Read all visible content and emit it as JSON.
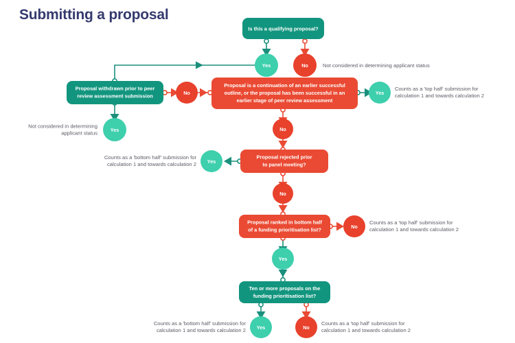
{
  "page": {
    "title": "Submitting a proposal",
    "title_color": "#343a6e",
    "background": "#ffffff"
  },
  "palette": {
    "teal_box": "#12957e",
    "red_box": "#ea4a33",
    "yes_circle": "#3ecfad",
    "no_circle": "#e8412c",
    "teal_connector": "#1a8f7c",
    "red_connector": "#ea4a33",
    "annotation_text": "#5c5c66",
    "node_text": "#ffffff"
  },
  "chart_data": {
    "type": "flowchart",
    "title": "Submitting a proposal",
    "nodes": [
      {
        "id": "q1",
        "kind": "decision",
        "color": "teal",
        "text": "Is this a qualifying proposal?"
      },
      {
        "id": "q1-yes",
        "kind": "answer",
        "color": "yes",
        "text": "Yes"
      },
      {
        "id": "q1-no",
        "kind": "answer",
        "color": "no",
        "text": "No"
      },
      {
        "id": "q2",
        "kind": "decision",
        "color": "teal",
        "text": "Proposal withdrawn prior to peer review assessment submission"
      },
      {
        "id": "q2-yes",
        "kind": "answer",
        "color": "yes",
        "text": "Yes"
      },
      {
        "id": "q2-no",
        "kind": "answer",
        "color": "no",
        "text": "No"
      },
      {
        "id": "q3",
        "kind": "decision",
        "color": "red",
        "text": "Proposal is a continuation of an earlier successful outline, or the proposal has been successful in an earlier stage of peer review assessment"
      },
      {
        "id": "q3-yes",
        "kind": "answer",
        "color": "yes",
        "text": "Yes"
      },
      {
        "id": "q3-no",
        "kind": "answer",
        "color": "no",
        "text": "No"
      },
      {
        "id": "q4",
        "kind": "decision",
        "color": "red",
        "text": "Proposal rejected prior to panel meeting?"
      },
      {
        "id": "q4-yes",
        "kind": "answer",
        "color": "yes",
        "text": "Yes"
      },
      {
        "id": "q4-no",
        "kind": "answer",
        "color": "no",
        "text": "No"
      },
      {
        "id": "q5",
        "kind": "decision",
        "color": "red",
        "text": "Proposal ranked in bottom half of a funding prioritisation list?"
      },
      {
        "id": "q5-no",
        "kind": "answer",
        "color": "no",
        "text": "No"
      },
      {
        "id": "q5-yes",
        "kind": "answer",
        "color": "yes",
        "text": "Yes"
      },
      {
        "id": "q6",
        "kind": "decision",
        "color": "teal",
        "text": "Ten or more proposals on the funding prioritisation list?"
      },
      {
        "id": "q6-yes",
        "kind": "answer",
        "color": "yes",
        "text": "Yes"
      },
      {
        "id": "q6-no",
        "kind": "answer",
        "color": "no",
        "text": "No"
      }
    ],
    "annotations": [
      {
        "id": "a1",
        "text": "Not considered in determining applicant status",
        "from": "q1-no"
      },
      {
        "id": "a2",
        "text": "Not considered in determining applicant status",
        "from": "q2-yes"
      },
      {
        "id": "a3",
        "text": "Counts as a 'top half' submission for calculation 1 and towards calculation 2",
        "from": "q3-yes"
      },
      {
        "id": "a4",
        "text": "Counts as a 'bottom half' submission for calculation 1 and towards calculation 2",
        "from": "q4-yes"
      },
      {
        "id": "a5",
        "text": "Counts as a 'top half' submission for calculation 1 and towards calculation 2",
        "from": "q5-no"
      },
      {
        "id": "a6",
        "text": "Counts as a 'bottom half' submission for calculation 1 and towards calculation 2",
        "from": "q6-yes"
      },
      {
        "id": "a7",
        "text": "Counts as a 'top half' submission for calculation 1 and towards calculation 2",
        "from": "q6-no"
      }
    ],
    "edges": [
      {
        "from": "q1",
        "to": "q1-yes",
        "label": "Yes"
      },
      {
        "from": "q1",
        "to": "q1-no",
        "label": "No"
      },
      {
        "from": "q1-yes",
        "to": "q2",
        "label": ""
      },
      {
        "from": "q2",
        "to": "q2-yes",
        "label": "Yes"
      },
      {
        "from": "q2",
        "to": "q2-no",
        "label": "No"
      },
      {
        "from": "q2-no",
        "to": "q3",
        "label": ""
      },
      {
        "from": "q3",
        "to": "q3-yes",
        "label": "Yes"
      },
      {
        "from": "q3",
        "to": "q3-no",
        "label": "No"
      },
      {
        "from": "q3-no",
        "to": "q4",
        "label": ""
      },
      {
        "from": "q4",
        "to": "q4-yes",
        "label": "Yes"
      },
      {
        "from": "q4",
        "to": "q4-no",
        "label": "No"
      },
      {
        "from": "q4-no",
        "to": "q5",
        "label": ""
      },
      {
        "from": "q5",
        "to": "q5-no",
        "label": "No"
      },
      {
        "from": "q5",
        "to": "q5-yes",
        "label": "Yes"
      },
      {
        "from": "q5-yes",
        "to": "q6",
        "label": ""
      },
      {
        "from": "q6",
        "to": "q6-yes",
        "label": "Yes"
      },
      {
        "from": "q6",
        "to": "q6-no",
        "label": "No"
      }
    ]
  },
  "nodes": {
    "q1": {
      "line1": "Is this a qualifying proposal?"
    },
    "q1_yes": {
      "label": "Yes"
    },
    "q1_no": {
      "label": "No"
    },
    "q1_no_annotation": {
      "line1": "Not considered in determining applicant status"
    },
    "q2": {
      "line1": "Proposal withdrawn prior to peer",
      "line2": "review assessment submission"
    },
    "q2_yes": {
      "label": "Yes"
    },
    "q2_no": {
      "label": "No"
    },
    "q2_yes_annotation": {
      "line1": "Not considered in determining",
      "line2": "applicant status"
    },
    "q3": {
      "line1": "Proposal is a continuation of an earlier successful",
      "line2": "outline, or the proposal has been successful in an",
      "line3": "earlier stage of peer review assessment"
    },
    "q3_yes": {
      "label": "Yes"
    },
    "q3_no": {
      "label": "No"
    },
    "q3_yes_annotation": {
      "line1": "Counts as a 'top half' submission for",
      "line2": "calculation 1 and towards calculation 2"
    },
    "q4": {
      "line1": "Proposal rejected prior",
      "line2": "to panel meeting?"
    },
    "q4_yes": {
      "label": "Yes"
    },
    "q4_no": {
      "label": "No"
    },
    "q4_yes_annotation": {
      "line1": "Counts as a 'bottom half' submission for",
      "line2": "calculation 1 and towards calculation 2"
    },
    "q5": {
      "line1": "Proposal ranked in bottom half",
      "line2": "of a funding prioritisation list?"
    },
    "q5_no": {
      "label": "No"
    },
    "q5_yes": {
      "label": "Yes"
    },
    "q5_no_annotation": {
      "line1": "Counts as a 'top half' submission for",
      "line2": "calculation 1 and towards calculation 2"
    },
    "q6": {
      "line1": "Ten or more proposals on the",
      "line2": "funding prioritisation list?"
    },
    "q6_yes": {
      "label": "Yes"
    },
    "q6_no": {
      "label": "No"
    },
    "q6_yes_annotation": {
      "line1": "Counts as a 'bottom half' submission for",
      "line2": "calculation 1 and towards calculation 2"
    },
    "q6_no_annotation": {
      "line1": "Counts as a 'top half' submission for",
      "line2": "calculation 1 and towards calculation 2"
    }
  }
}
